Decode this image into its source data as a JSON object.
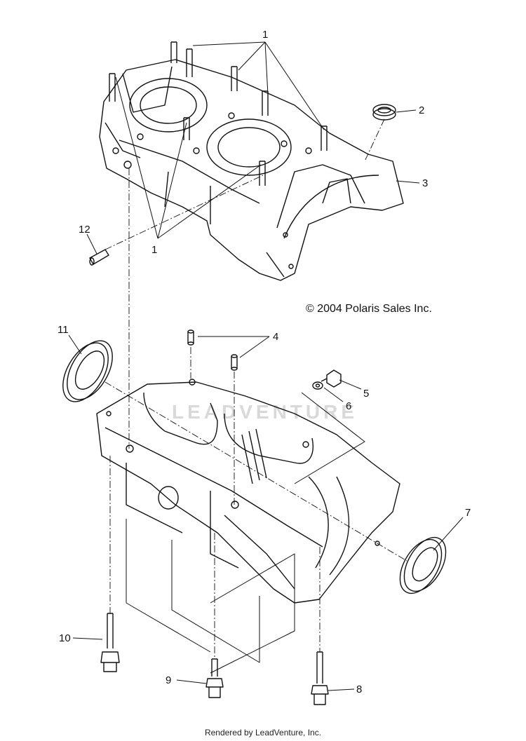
{
  "copyright": "© 2004 Polaris Sales Inc.",
  "footer": "Rendered by LeadVenture, Inc.",
  "watermark": "LEADVENTURE",
  "callouts": {
    "c1a": "1",
    "c1b": "1",
    "c2": "2",
    "c3": "3",
    "c4": "4",
    "c5": "5",
    "c6": "6",
    "c7": "7",
    "c8": "8",
    "c9": "9",
    "c10": "10",
    "c11": "11",
    "c12": "12"
  },
  "colors": {
    "line": "#111111",
    "watermark": "#d9d9d9"
  }
}
